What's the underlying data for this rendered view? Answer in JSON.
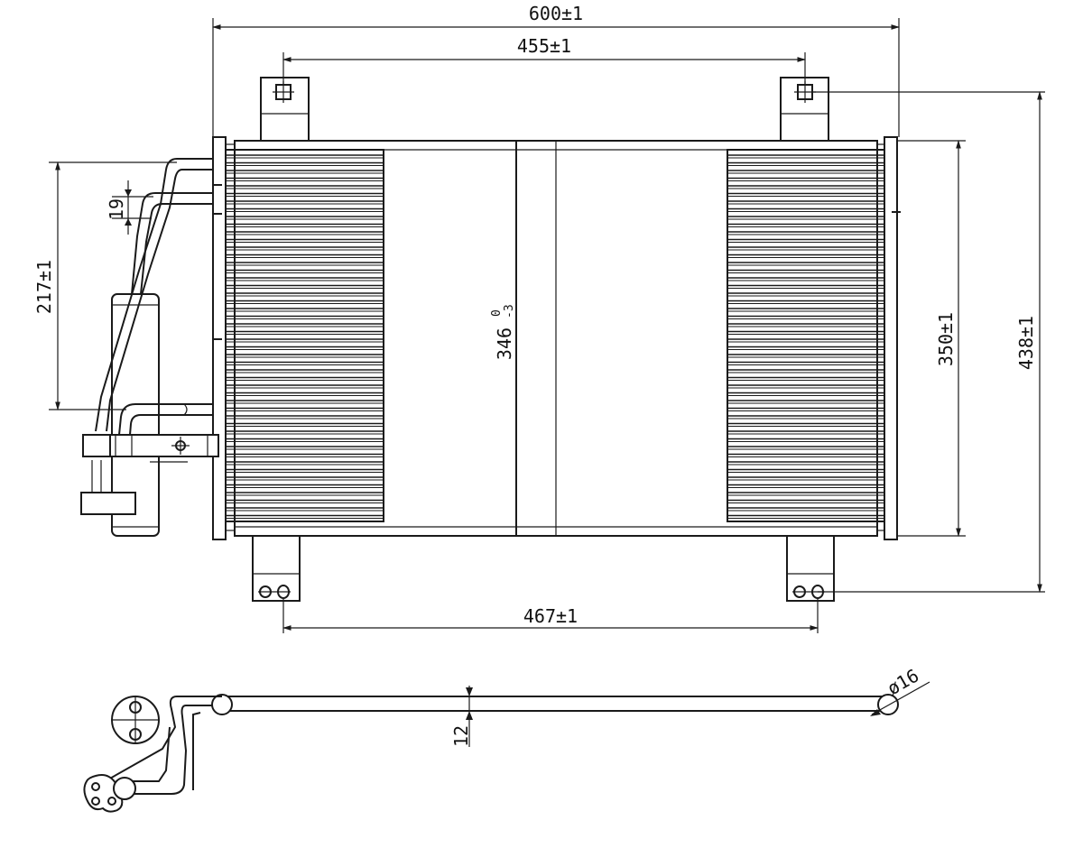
{
  "drawing": {
    "dimensions": {
      "overall_width": "600±1",
      "bracket_top_spacing": "455±1",
      "bracket_bottom_spacing": "467±1",
      "core_height_label": "346",
      "core_height_tol_upper": "0",
      "core_height_tol_lower": "-3",
      "side_height": "350±1",
      "overall_height": "438±1",
      "pipe_span": "217±1",
      "pipe_gap": "19",
      "rail_thickness": "12",
      "pipe_diameter": "ø16"
    },
    "colors": {
      "line": "#1a1a1a",
      "background": "#ffffff"
    }
  }
}
